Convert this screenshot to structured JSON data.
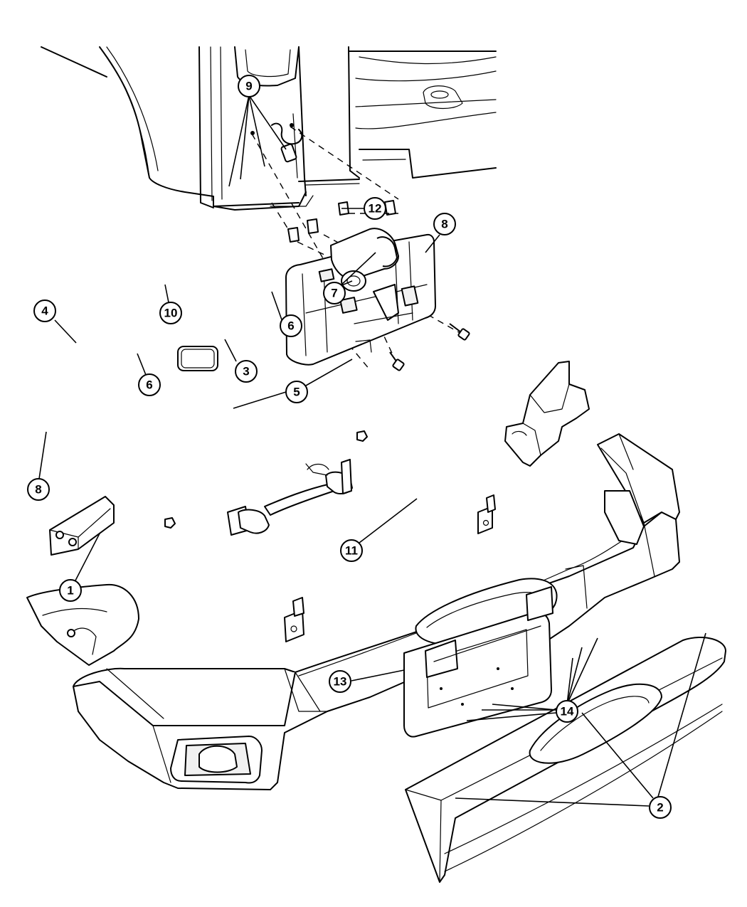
{
  "diagram": {
    "callouts": [
      {
        "id": "c1",
        "label": "1"
      },
      {
        "id": "c2",
        "label": "2"
      },
      {
        "id": "c3",
        "label": "3"
      },
      {
        "id": "c4",
        "label": "4"
      },
      {
        "id": "c5",
        "label": "5"
      },
      {
        "id": "c6a",
        "label": "6"
      },
      {
        "id": "c6b",
        "label": "6"
      },
      {
        "id": "c7",
        "label": "7"
      },
      {
        "id": "c8a",
        "label": "8"
      },
      {
        "id": "c8b",
        "label": "8"
      },
      {
        "id": "c9",
        "label": "9"
      },
      {
        "id": "c10",
        "label": "10"
      },
      {
        "id": "c11",
        "label": "11"
      },
      {
        "id": "c12",
        "label": "12"
      },
      {
        "id": "c13",
        "label": "13"
      },
      {
        "id": "c14",
        "label": "14"
      }
    ]
  }
}
